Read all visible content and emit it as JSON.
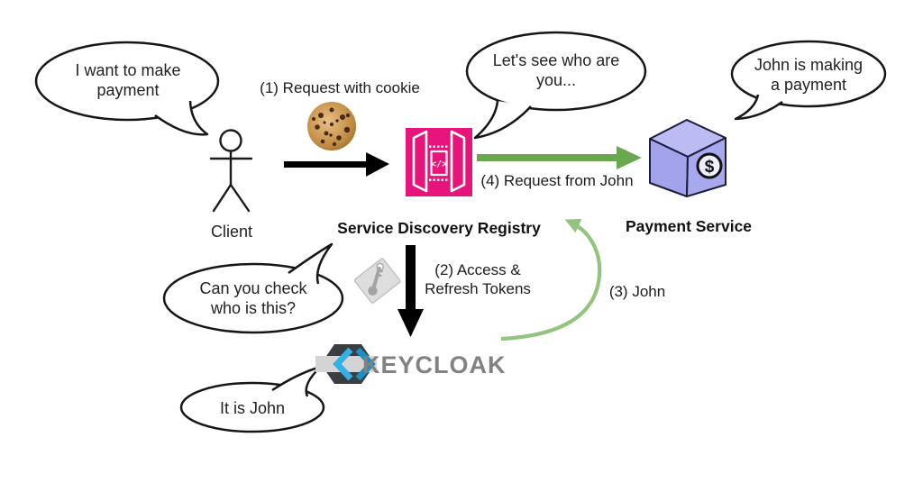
{
  "bubbles": {
    "client_intent": "I want to make payment",
    "gateway_check": "Let's see who are you...",
    "payment_claim": "John is making a payment",
    "identity_question": "Can you check who is this?",
    "identity_answer": "It is John"
  },
  "labels": {
    "client": "Client",
    "registry": "Service Discovery Registry",
    "payment_service": "Payment Service",
    "keycloak": "KEYCLOAK"
  },
  "steps": {
    "step1": "(1) Request with cookie",
    "step2": "(2) Access & Refresh Tokens",
    "step3": "(3) John",
    "step4": "(4) Request from John"
  },
  "glyphs": {
    "gateway_code": "</>",
    "dollar": "$"
  },
  "colors": {
    "gateway_pink": "#e7157b",
    "arrow_green": "#6aa84f",
    "curve_green": "#93c47d",
    "cube_purple": "#a8a8ee",
    "keycloak_blue": "#33b1e3",
    "keycloak_dark": "#3a3d42",
    "keycloak_text_gray": "#828282",
    "tag_gray": "#dedede",
    "arrow_black": "#000000"
  }
}
